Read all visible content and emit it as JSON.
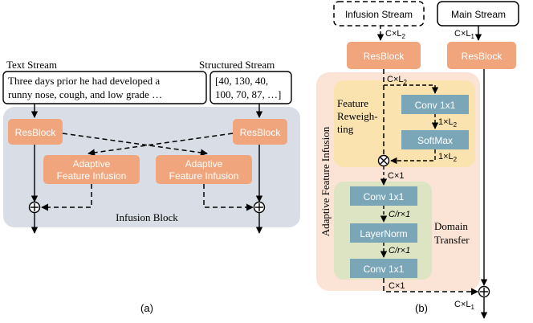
{
  "panel_a": {
    "text_stream_label": "Text Stream",
    "structured_stream_label": "Structured Stream",
    "text_input_line1": "Three days prior he had developed a",
    "text_input_line2": "runny nose, cough, and low grade  …",
    "struct_input_line1": "[40, 130, 40,",
    "struct_input_line2": "100, 70, 87, …]",
    "resblock_label": "ResBlock",
    "afi_line1": "Adaptive",
    "afi_line2": "Feature Infusion",
    "infusion_block_label": "Infusion Block",
    "caption": "(a)"
  },
  "panel_b": {
    "infusion_stream_label": "Infusion Stream",
    "main_stream_label": "Main Stream",
    "dim_c_l2": "C×L",
    "dim_c_l1": "C×L",
    "sub_2": "2",
    "sub_1": "1",
    "resblock_label": "ResBlock",
    "afi_vertical_label": "Adaptive Feature Infusion",
    "feature_reweighting_line1": "Feature",
    "feature_reweighting_line2": "Reweigh-",
    "feature_reweighting_line3": "ting",
    "conv_label": "Conv 1x1",
    "softmax_label": "SoftMax",
    "dim_1_l2": "1×L",
    "dim_c1": "C×1",
    "dim_cr1": "C/r×1",
    "layernorm_label": "LayerNorm",
    "domain_transfer_line1": "Domain",
    "domain_transfer_line2": "Transfer",
    "caption": "(b)"
  },
  "colors": {
    "block_fill": "#f0a57c",
    "block_teal": "#7aa6b8",
    "infusion_bg": "#d9dee6",
    "afi_bg": "#fbe4d6",
    "reweight_bg": "#fbe3b0",
    "domain_bg": "#dde4c4"
  }
}
